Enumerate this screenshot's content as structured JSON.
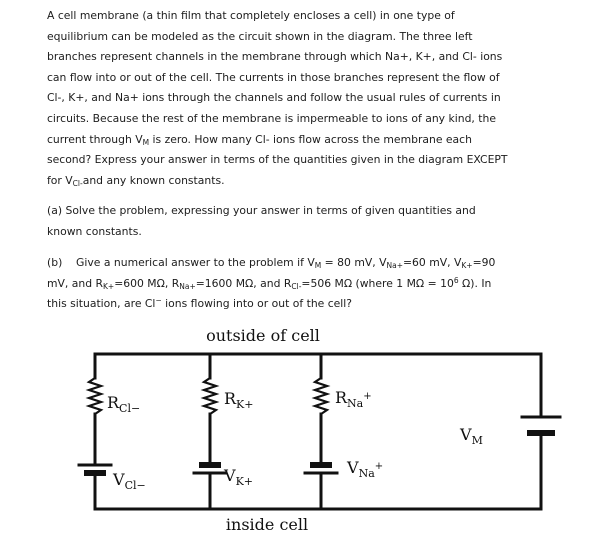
{
  "problem": {
    "intro_lines": [
      "A cell membrane (a thin film that completely encloses a cell) in one type of",
      "equilibrium can be modeled as the circuit shown in the diagram. The three left",
      "branches represent channels in the membrane through which Na+, K+, and Cl- ions",
      "can flow into or out of the cell. The currents in those branches represent the flow of",
      "Cl-, K+, and Na+ ions through the channels and follow the usual rules of currents in",
      "circuits. Because the rest of the membrane is impermeable to ions of any kind, the",
      "current through V",
      "M",
      " is zero. How many Cl- ions flow across the membrane each",
      "second? Express your answer in terms of the quantities given in the diagram EXCEPT",
      "for V",
      "Cl-",
      "and any known constants."
    ],
    "part_a": [
      "(a) Solve the problem, expressing your answer in terms of given quantities and",
      "known constants."
    ],
    "part_b": {
      "label": "(b)",
      "t1": "Give a numerical answer to the problem if V",
      "s1": "M",
      "t2": " = 80 mV, V",
      "s2": "Na+",
      "t3": "=60 mV, V",
      "s3": "K+",
      "t4": "=90",
      "t5": "mV, and R",
      "s5": "K+",
      "t6": "=600 MΩ, R",
      "s6": "Na+",
      "t7": "=1600 MΩ, and R",
      "s7": "Cl-",
      "t8": "=506 MΩ (where 1 MΩ = 10",
      "sup8": "6",
      "t9": " Ω). In",
      "t10": "this situation, are Cl",
      "sup10": "−",
      "t11": " ions flowing into or out of the cell?"
    }
  },
  "circuit": {
    "outside_label": "outside of cell",
    "inside_label": "inside cell",
    "r_cl": "R",
    "r_cl_sub": "Cl−",
    "r_k": "R",
    "r_k_sub": "K+",
    "r_na": "R",
    "r_na_sub": "Na",
    "r_na_sup": "+",
    "v_cl": "V",
    "v_cl_sub": "Cl−",
    "v_k": "V",
    "v_k_sub": "K+",
    "v_na": "V",
    "v_na_sub": "Na",
    "v_na_sup": "+",
    "v_m": "V",
    "v_m_sub": "M"
  }
}
